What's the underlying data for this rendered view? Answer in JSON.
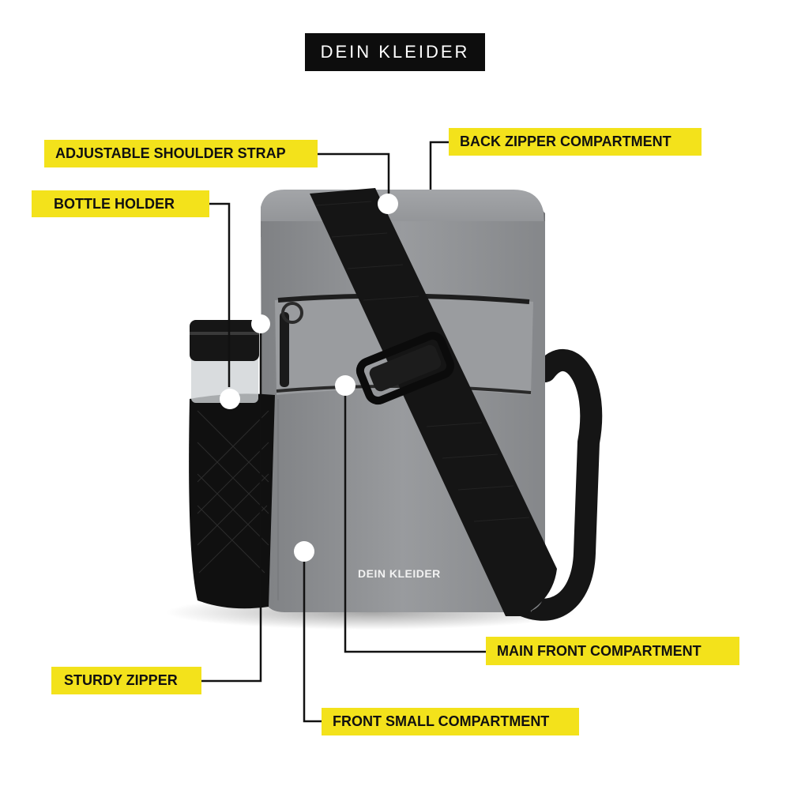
{
  "brand": {
    "name": "DEIN KLEIDER"
  },
  "bag_logo": "DEIN KLEIDER",
  "callouts": [
    {
      "id": "shoulder-strap",
      "text": "ADJUSTABLE SHOULDER STRAP"
    },
    {
      "id": "back-zipper",
      "text": "BACK ZIPPER COMPARTMENT"
    },
    {
      "id": "bottle-holder",
      "text": "BOTTLE HOLDER"
    },
    {
      "id": "main-front",
      "text": "MAIN FRONT COMPARTMENT"
    },
    {
      "id": "sturdy-zipper",
      "text": "STURDY ZIPPER"
    },
    {
      "id": "front-small",
      "text": "FRONT SMALL COMPARTMENT"
    }
  ],
  "colors": {
    "label_bg": "#f3e21b",
    "bag_gray": "#8f9194",
    "strap_black": "#151515",
    "brand_box": "#0d0d0d"
  }
}
